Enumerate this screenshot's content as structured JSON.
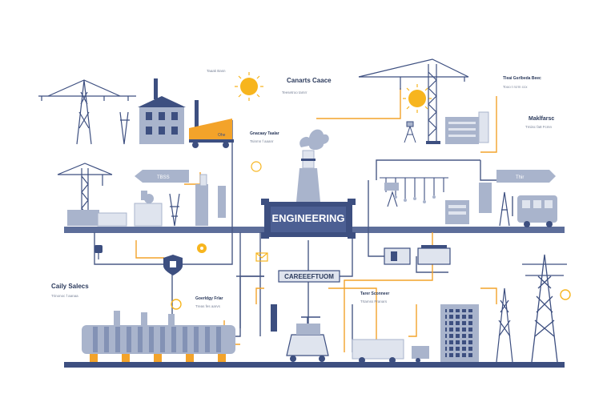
{
  "colors": {
    "navy": "#3d4f80",
    "steel": "#a9b4cc",
    "light": "#dfe4ee",
    "orange": "#f3a32a",
    "sun": "#f7b51e",
    "line": "#4a5a85"
  },
  "labels": {
    "top_note": "Taaak Basn",
    "canada": {
      "title": "Canarts Caace",
      "sub": "Teesetroo tamrr"
    },
    "top_right": {
      "title": "Tleai Gsrlbeda Beec",
      "sub": "Tooo t rcrm ccx"
    },
    "makrtr": {
      "title": "Maklfarsc",
      "sub": "Tmiisc fa8 Fcmn"
    },
    "energy": {
      "title": "Gnacaay Taalar",
      "sub": "Tsinmn f aaanr"
    },
    "tag_chimney": "Ohe",
    "left_arrow": "TBSS",
    "right_arrow": "Thir",
    "banner": "ENGINEERING",
    "sub_banner": "CAREEEFTUOM",
    "left_title": {
      "title": "Caily Salecs",
      "sub": "Trinonoc f aanaa"
    },
    "center_small": {
      "title": "Goerldgy Frlar",
      "sub": "Treas fes aarvs"
    },
    "right_small": {
      "title": "Tarer Sconneer",
      "sub": "Trtamss Pranars"
    }
  },
  "icons": [
    "transmission-tower-icon",
    "crane-icon",
    "factory-icon",
    "truck-icon",
    "sun-icon",
    "chimney-icon",
    "shield-icon",
    "gear-icon",
    "building-icon",
    "bus-icon"
  ]
}
